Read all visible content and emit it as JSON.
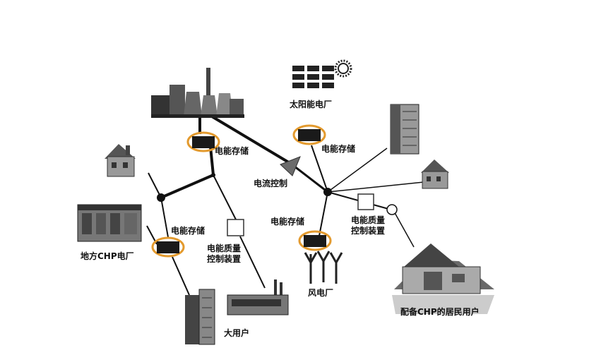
{
  "labels": {
    "solar": "太阳能电厂",
    "storage_top": "电能存储",
    "storage_solar": "电能存储",
    "flow_control": "电流控制",
    "storage_left": "电能存储",
    "storage_wind": "电能存储",
    "quality_left_1": "电能质量",
    "quality_left_2": "控制装置",
    "quality_right_1": "电能质量",
    "quality_right_2": "控制装置",
    "local_chp": "地方CHP电厂",
    "wind": "风电厂",
    "big_user": "大用户",
    "residential_chp": "配备CHP的居民用户"
  },
  "colors": {
    "storage_ring": "#E39A2E",
    "line": "#111111"
  }
}
